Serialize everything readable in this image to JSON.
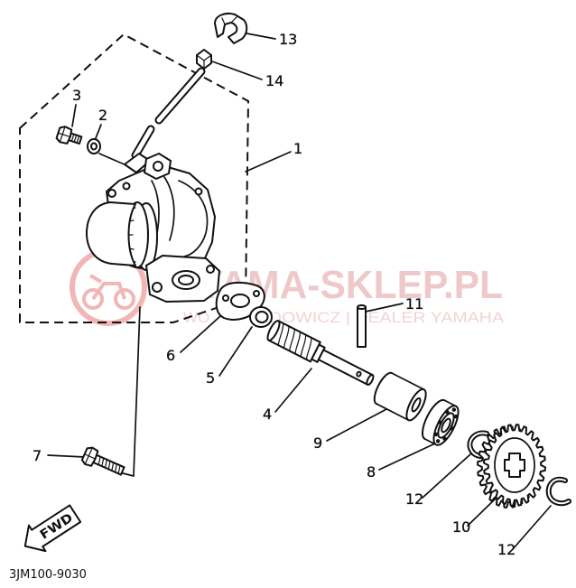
{
  "diagram": {
    "callouts": {
      "c1": "1",
      "c2": "2",
      "c3": "3",
      "c4": "4",
      "c5": "5",
      "c6": "6",
      "c7": "7",
      "c8": "8",
      "c9": "9",
      "c10": "10",
      "c11": "11",
      "c12a": "12",
      "c12b": "12",
      "c13": "13",
      "c14": "14"
    },
    "direction_arrow": "FWD",
    "figure_code": "3JM100-9030"
  },
  "watermark": {
    "title": "YAMA-SKLEP.PL",
    "subtitle_left": "WO",
    "subtitle_right": "DOWICZ | DEALER YAMAHA"
  },
  "colors": {
    "ink": "#111111",
    "background": "#ffffff",
    "watermark_text": "#efc9c9",
    "watermark_logo": "#f2b6b6"
  }
}
